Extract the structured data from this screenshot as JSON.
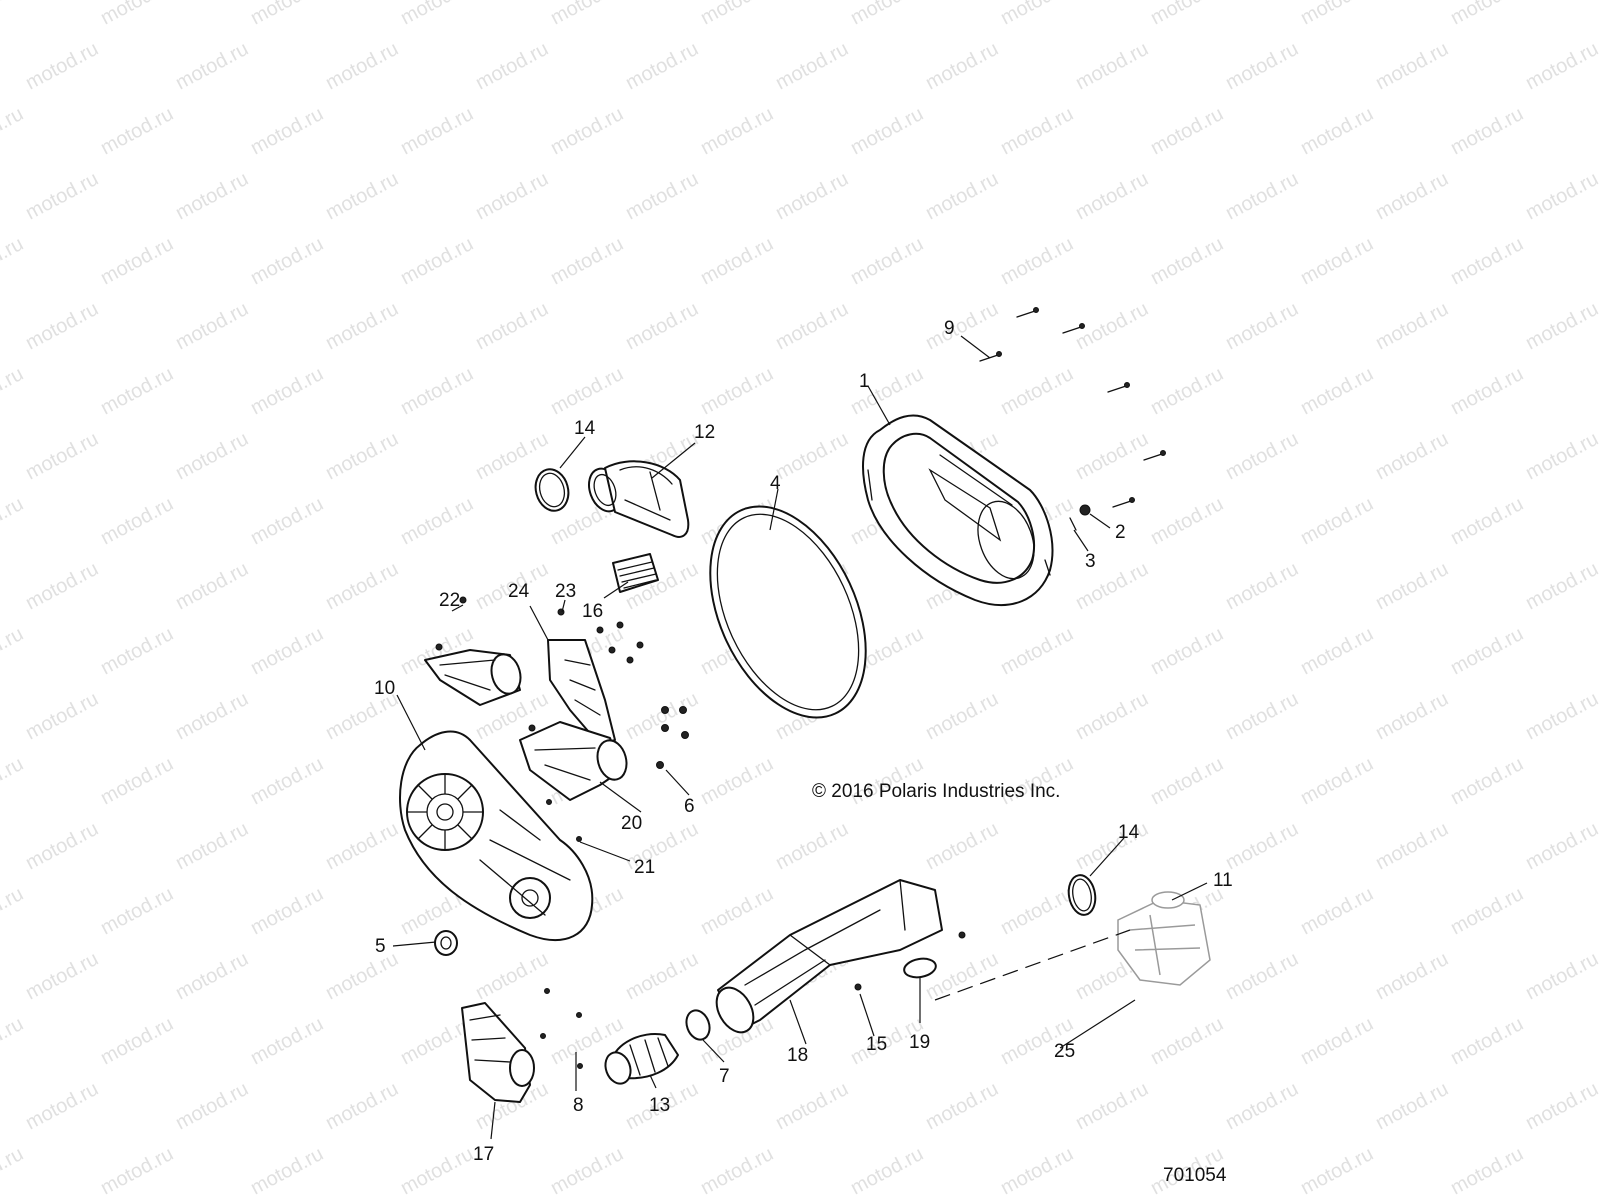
{
  "watermark": "motod.ru",
  "copyright": "© 2016 Polaris Industries Inc.",
  "document_number": "701054",
  "callouts": [
    {
      "id": "c1",
      "label": "1"
    },
    {
      "id": "c2",
      "label": "2"
    },
    {
      "id": "c3",
      "label": "3"
    },
    {
      "id": "c4",
      "label": "4"
    },
    {
      "id": "c5",
      "label": "5"
    },
    {
      "id": "c6",
      "label": "6"
    },
    {
      "id": "c7",
      "label": "7"
    },
    {
      "id": "c8",
      "label": "8"
    },
    {
      "id": "c9",
      "label": "9"
    },
    {
      "id": "c10",
      "label": "10"
    },
    {
      "id": "c11",
      "label": "11"
    },
    {
      "id": "c12",
      "label": "12"
    },
    {
      "id": "c13",
      "label": "13"
    },
    {
      "id": "c14a",
      "label": "14"
    },
    {
      "id": "c14b",
      "label": "14"
    },
    {
      "id": "c15",
      "label": "15"
    },
    {
      "id": "c16",
      "label": "16"
    },
    {
      "id": "c17",
      "label": "17"
    },
    {
      "id": "c18",
      "label": "18"
    },
    {
      "id": "c19",
      "label": "19"
    },
    {
      "id": "c20",
      "label": "20"
    },
    {
      "id": "c21",
      "label": "21"
    },
    {
      "id": "c22",
      "label": "22"
    },
    {
      "id": "c23",
      "label": "23"
    },
    {
      "id": "c24",
      "label": "24"
    },
    {
      "id": "c25",
      "label": "25"
    }
  ],
  "colors": {
    "line": "#111111",
    "watermark": "#c8c8c8",
    "background": "#ffffff"
  }
}
